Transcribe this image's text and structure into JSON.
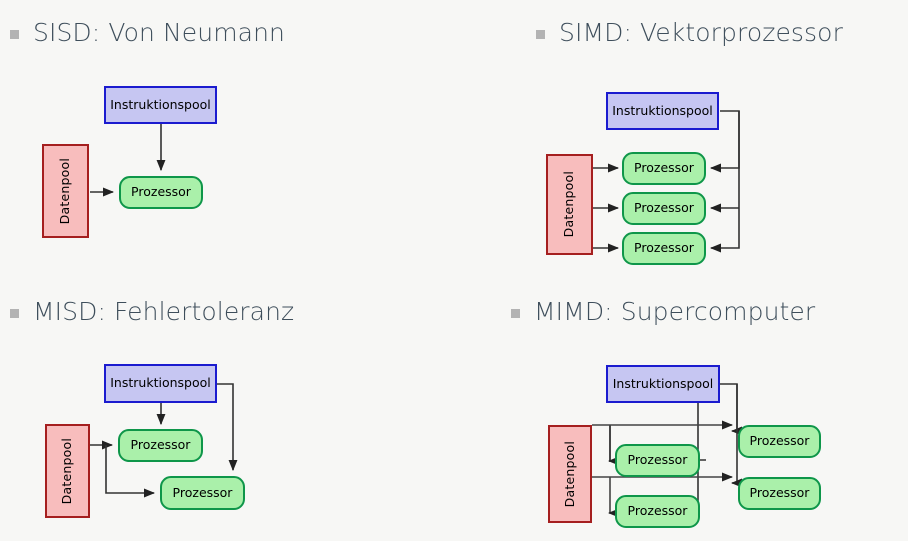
{
  "slide": {
    "background_color": "#f7f7f5",
    "heading_color": "#3e4e5b",
    "bullet_color": "#b3b3b3"
  },
  "palette": {
    "instruction_fill": "#c6c6f2",
    "instruction_stroke": "#1b1bcf",
    "processor_fill": "#aaf0aa",
    "processor_stroke": "#0e9649",
    "data_fill": "#f8bdbd",
    "data_stroke": "#a51f1f",
    "connector_stroke": "#333333"
  },
  "labels": {
    "instruction_pool": "Instruktionspool",
    "data_pool": "Datenpool",
    "processor": "Prozessor"
  },
  "quadrants": [
    {
      "key": "sisd",
      "heading": "SISD: Von Neumann",
      "instruction_pools": 1,
      "data_pools": 1,
      "processors": 1
    },
    {
      "key": "simd",
      "heading": "SIMD: Vektorprozessor",
      "instruction_pools": 1,
      "data_pools": 1,
      "processors": 3
    },
    {
      "key": "misd",
      "heading": "MISD: Fehlertoleranz",
      "instruction_pools": 1,
      "data_pools": 1,
      "processors": 2
    },
    {
      "key": "mimd",
      "heading": "MIMD: Supercomputer",
      "instruction_pools": 1,
      "data_pools": 1,
      "processors": 4
    }
  ],
  "sisd": {
    "heading": "SISD: Von Neumann",
    "instruction_pool": "Instruktionspool",
    "data_pool": "Datenpool",
    "processor_1": "Prozessor"
  },
  "simd": {
    "heading": "SIMD: Vektorprozessor",
    "instruction_pool": "Instruktionspool",
    "data_pool": "Datenpool",
    "processor_1": "Prozessor",
    "processor_2": "Prozessor",
    "processor_3": "Prozessor"
  },
  "misd": {
    "heading": "MISD: Fehlertoleranz",
    "instruction_pool": "Instruktionspool",
    "data_pool": "Datenpool",
    "processor_1": "Prozessor",
    "processor_2": "Prozessor"
  },
  "mimd": {
    "heading": "MIMD: Supercomputer",
    "instruction_pool": "Instruktionspool",
    "data_pool": "Datenpool",
    "processor_1": "Prozessor",
    "processor_2": "Prozessor",
    "processor_3": "Prozessor",
    "processor_4": "Prozessor"
  }
}
